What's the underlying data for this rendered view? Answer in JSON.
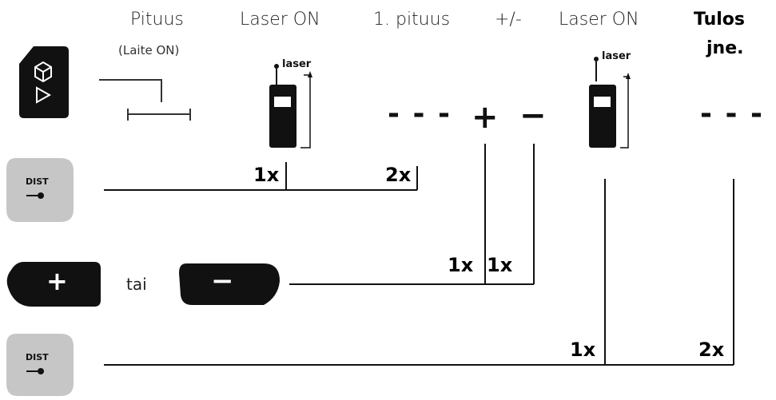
{
  "headers": {
    "pituus": "Pituus",
    "laite_on": "(Laite ON)",
    "laser_on_1": "Laser ON",
    "first_length": "1. pituus",
    "plus_minus": "+/-",
    "laser_on_2": "Laser ON",
    "tulos": "Tulos",
    "jne": "jne."
  },
  "counts": {
    "c1": "1x",
    "c2": "2x",
    "c3": "1x",
    "c4": "1x",
    "c5": "1x",
    "c6": "2x"
  },
  "labels": {
    "tai": "tai",
    "laser_1": "laser",
    "laser_2": "laser",
    "dist_1": "DIST",
    "dist_2": "DIST",
    "plus_key": "+",
    "minus_key": "−",
    "plus_sign": "+",
    "minus_sign": "−",
    "dashes_1": "- - -",
    "dashes_2": "- - -"
  }
}
